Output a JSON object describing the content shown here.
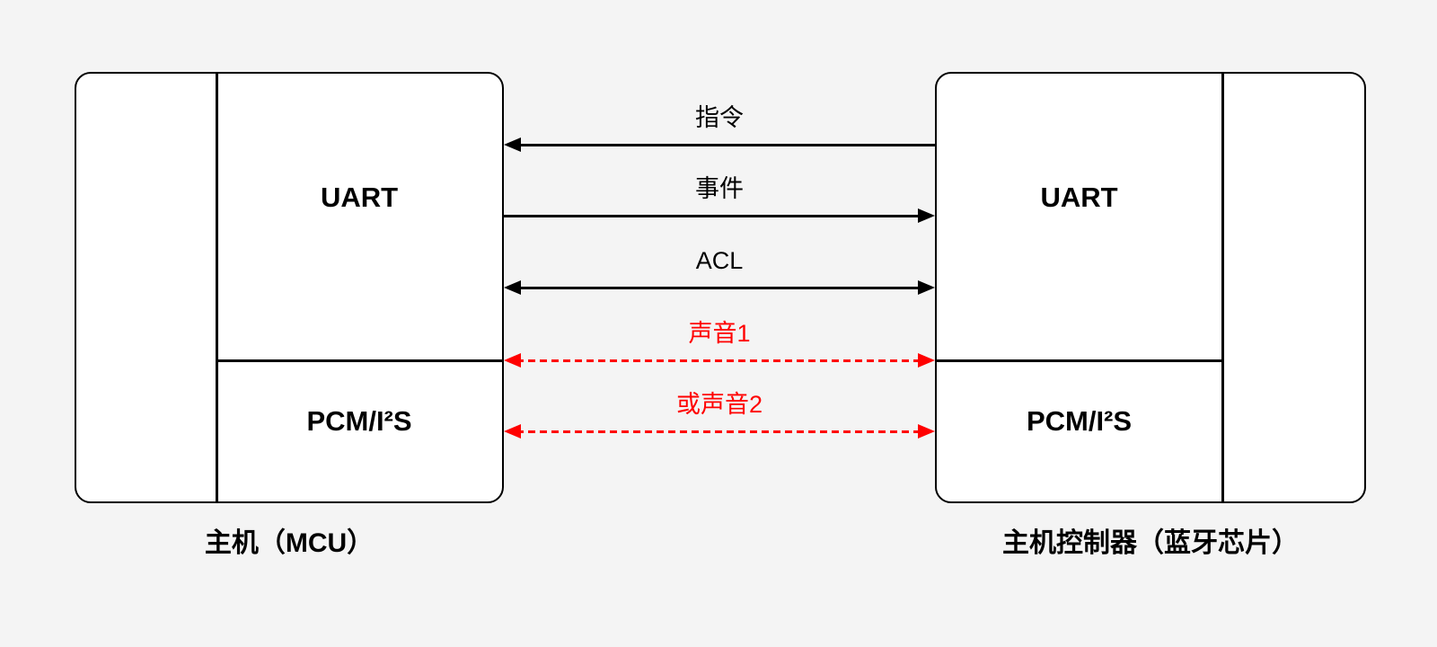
{
  "colors": {
    "background": "#f4f4f4",
    "box_fill": "#ffffff",
    "line_black": "#000000",
    "line_red": "#ff0000"
  },
  "host_box": {
    "uart_label": "UART",
    "pcm_label": "PCM/I²S",
    "caption": "主机（MCU）"
  },
  "controller_box": {
    "uart_label": "UART",
    "pcm_label": "PCM/I²S",
    "caption": "主机控制器（蓝牙芯片）"
  },
  "channels": [
    {
      "label": "指令",
      "direction": "controller-to-host",
      "line": "solid",
      "color": "#000000"
    },
    {
      "label": "事件",
      "direction": "host-to-controller",
      "line": "solid",
      "color": "#000000"
    },
    {
      "label": "ACL",
      "direction": "bidirectional",
      "line": "solid",
      "color": "#000000"
    },
    {
      "label": "声音1",
      "direction": "bidirectional",
      "line": "dashed",
      "color": "#ff0000"
    },
    {
      "label": "或声音2",
      "direction": "bidirectional",
      "line": "dashed",
      "color": "#ff0000"
    }
  ]
}
